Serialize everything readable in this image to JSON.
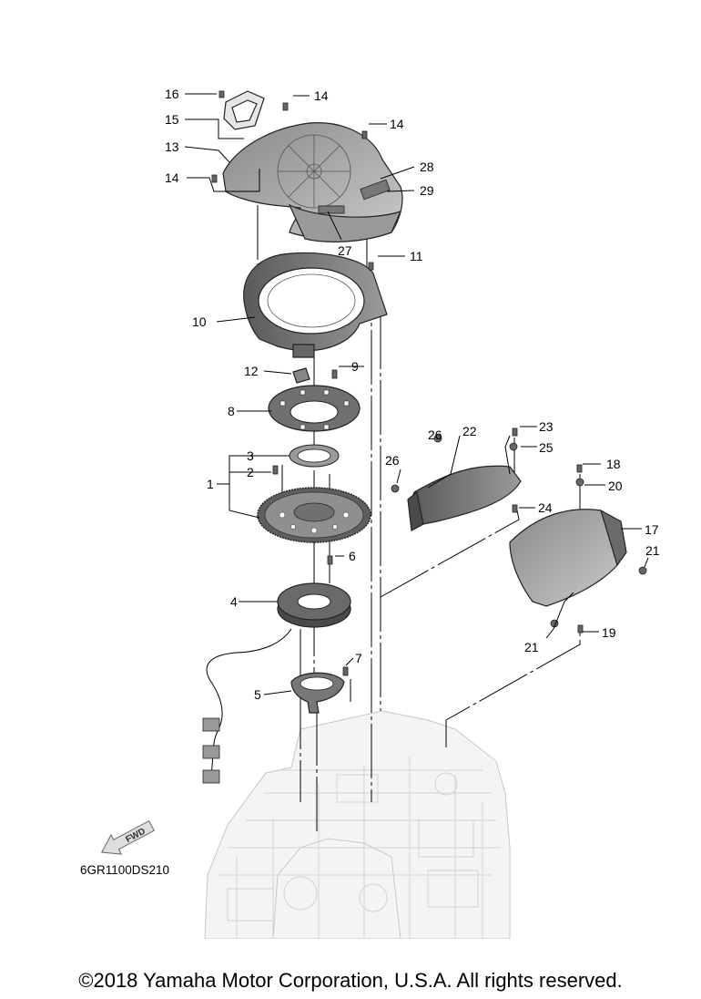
{
  "callouts": [
    "1",
    "2",
    "3",
    "4",
    "5",
    "6",
    "7",
    "8",
    "9",
    "10",
    "11",
    "12",
    "13",
    "14",
    "15",
    "16",
    "17",
    "18",
    "19",
    "20",
    "21",
    "22",
    "23",
    "24",
    "25",
    "26",
    "27",
    "28",
    "29"
  ],
  "fwd_label": "FWD",
  "drawing_code": "6GR1100DS210",
  "copyright": "©2018 Yamaha Motor Corporation, U.S.A. All rights reserved."
}
